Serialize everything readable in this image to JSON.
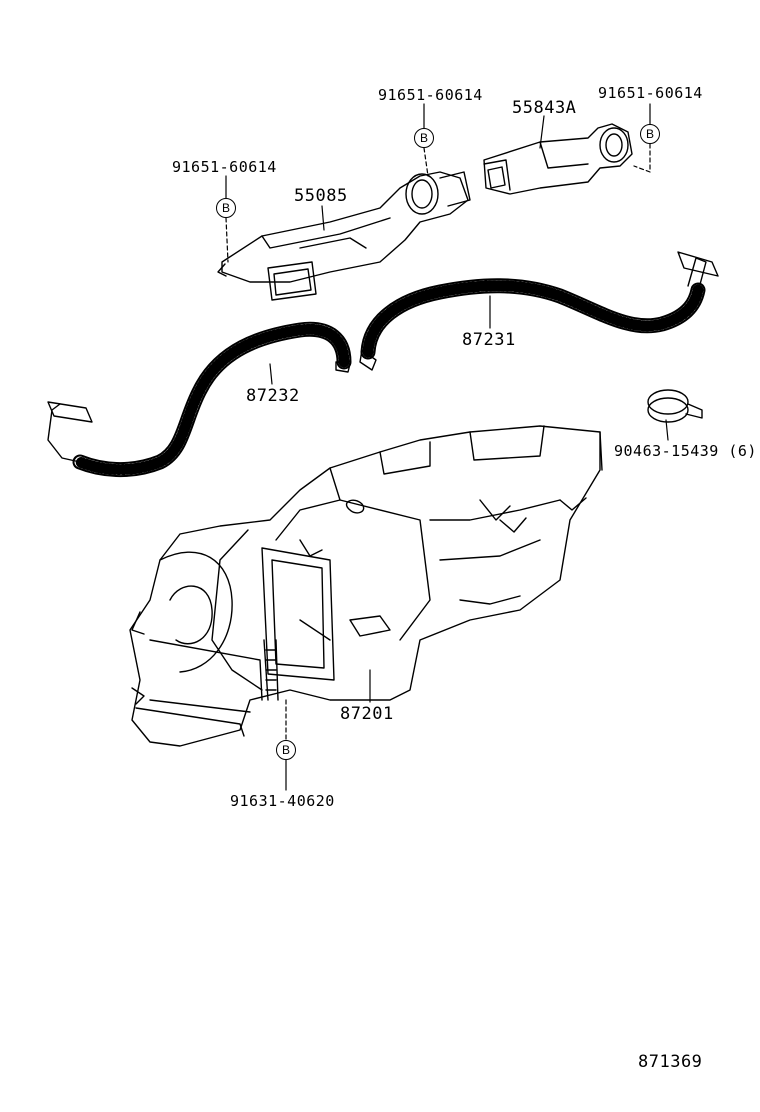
{
  "parts": {
    "screw_top_center": "91651-60614",
    "duct_right": "55843A",
    "screw_top_right": "91651-60614",
    "screw_left": "91651-60614",
    "duct_center": "55085",
    "hose_right": "87231",
    "hose_left": "87232",
    "clamp": "90463-15439 (6)",
    "unit": "87201",
    "screw_bottom": "91631-40620"
  },
  "marker_letter": "B",
  "diagram_id": "871369"
}
